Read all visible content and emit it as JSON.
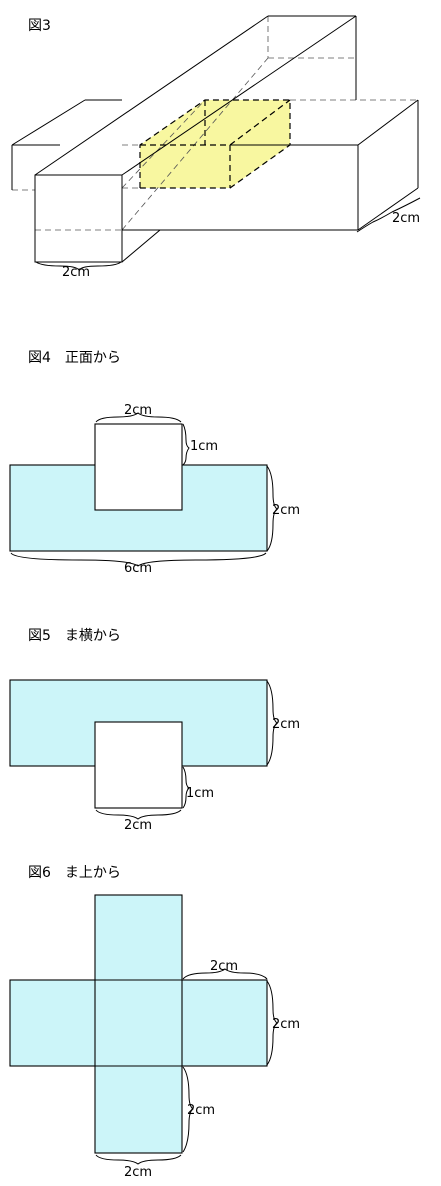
{
  "figures": {
    "fig3": {
      "title": "図3",
      "dims": {
        "right": "2cm",
        "bottom": "2cm"
      },
      "colors": {
        "highlight": "#f8f7a0"
      }
    },
    "fig4": {
      "title": "図4　正面から",
      "dims": {
        "top": "2cm",
        "step": "1cm",
        "right": "2cm",
        "bottom": "6cm"
      },
      "colors": {
        "fill": "#ccf5f9"
      }
    },
    "fig5": {
      "title": "図5　ま横から",
      "dims": {
        "right": "2cm",
        "step": "1cm",
        "bottom": "2cm"
      },
      "colors": {
        "fill": "#ccf5f9"
      }
    },
    "fig6": {
      "title": "図6　ま上から",
      "dims": {
        "upper_arm": "2cm",
        "right": "2cm",
        "lower_arm": "2cm",
        "bottom": "2cm"
      },
      "colors": {
        "fill": "#ccf5f9"
      }
    }
  }
}
